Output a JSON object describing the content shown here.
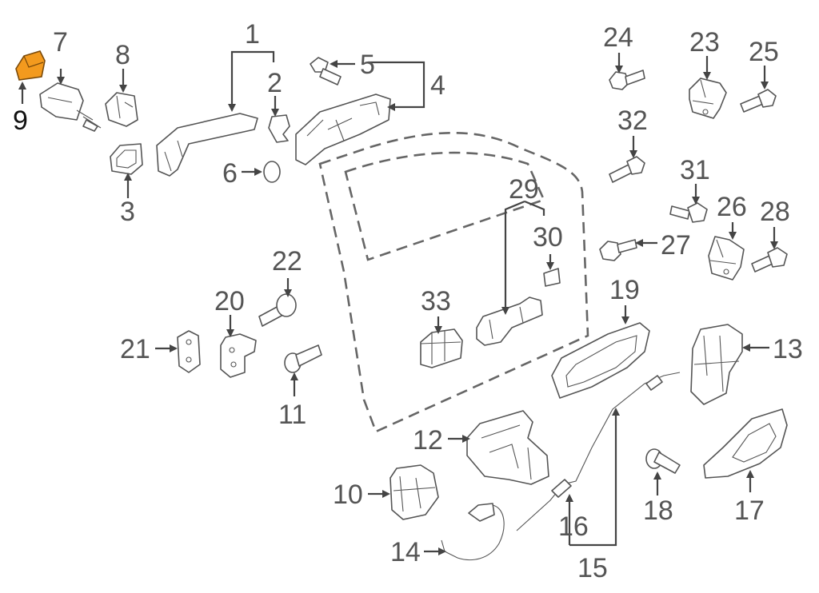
{
  "callouts": [
    "1",
    "2",
    "3",
    "4",
    "5",
    "6",
    "7",
    "8",
    "9",
    "10",
    "11",
    "12",
    "13",
    "14",
    "15",
    "16",
    "17",
    "18",
    "19",
    "20",
    "21",
    "22",
    "23",
    "24",
    "25",
    "26",
    "27",
    "28",
    "29",
    "30",
    "31",
    "32",
    "33"
  ],
  "colors": {
    "highlight": "#f39a1e",
    "line": "#555555",
    "label": "#555555",
    "label_highlight": "#111111"
  }
}
